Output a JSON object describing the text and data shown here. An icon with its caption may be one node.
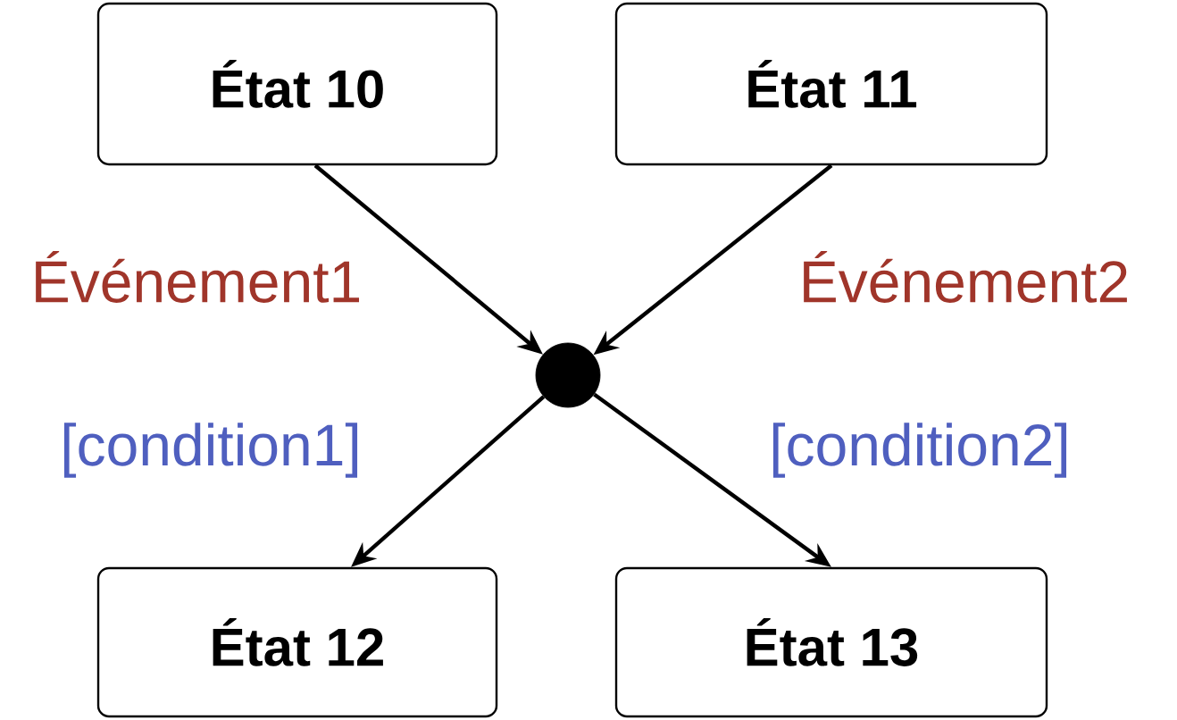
{
  "diagram": {
    "nodes": [
      {
        "text": [
          "État 10"
        ]
      },
      {
        "text": [
          "État 11"
        ]
      },
      {
        "text": [
          "État 12"
        ]
      },
      {
        "text": [
          "État 13"
        ]
      },
      {
        "text": [],
        "shape": "circle"
      }
    ],
    "edges": [
      {
        "from": 0,
        "to": 4,
        "arrow": "to",
        "label": "Événement1"
      },
      {
        "from": 1,
        "to": 4,
        "arrow": "to",
        "label": "Événement2"
      },
      {
        "from": 4,
        "to": 2,
        "arrow": "to",
        "label": "[condition1]"
      },
      {
        "from": 4,
        "to": 3,
        "arrow": "to",
        "label": "[condition2]"
      }
    ]
  }
}
